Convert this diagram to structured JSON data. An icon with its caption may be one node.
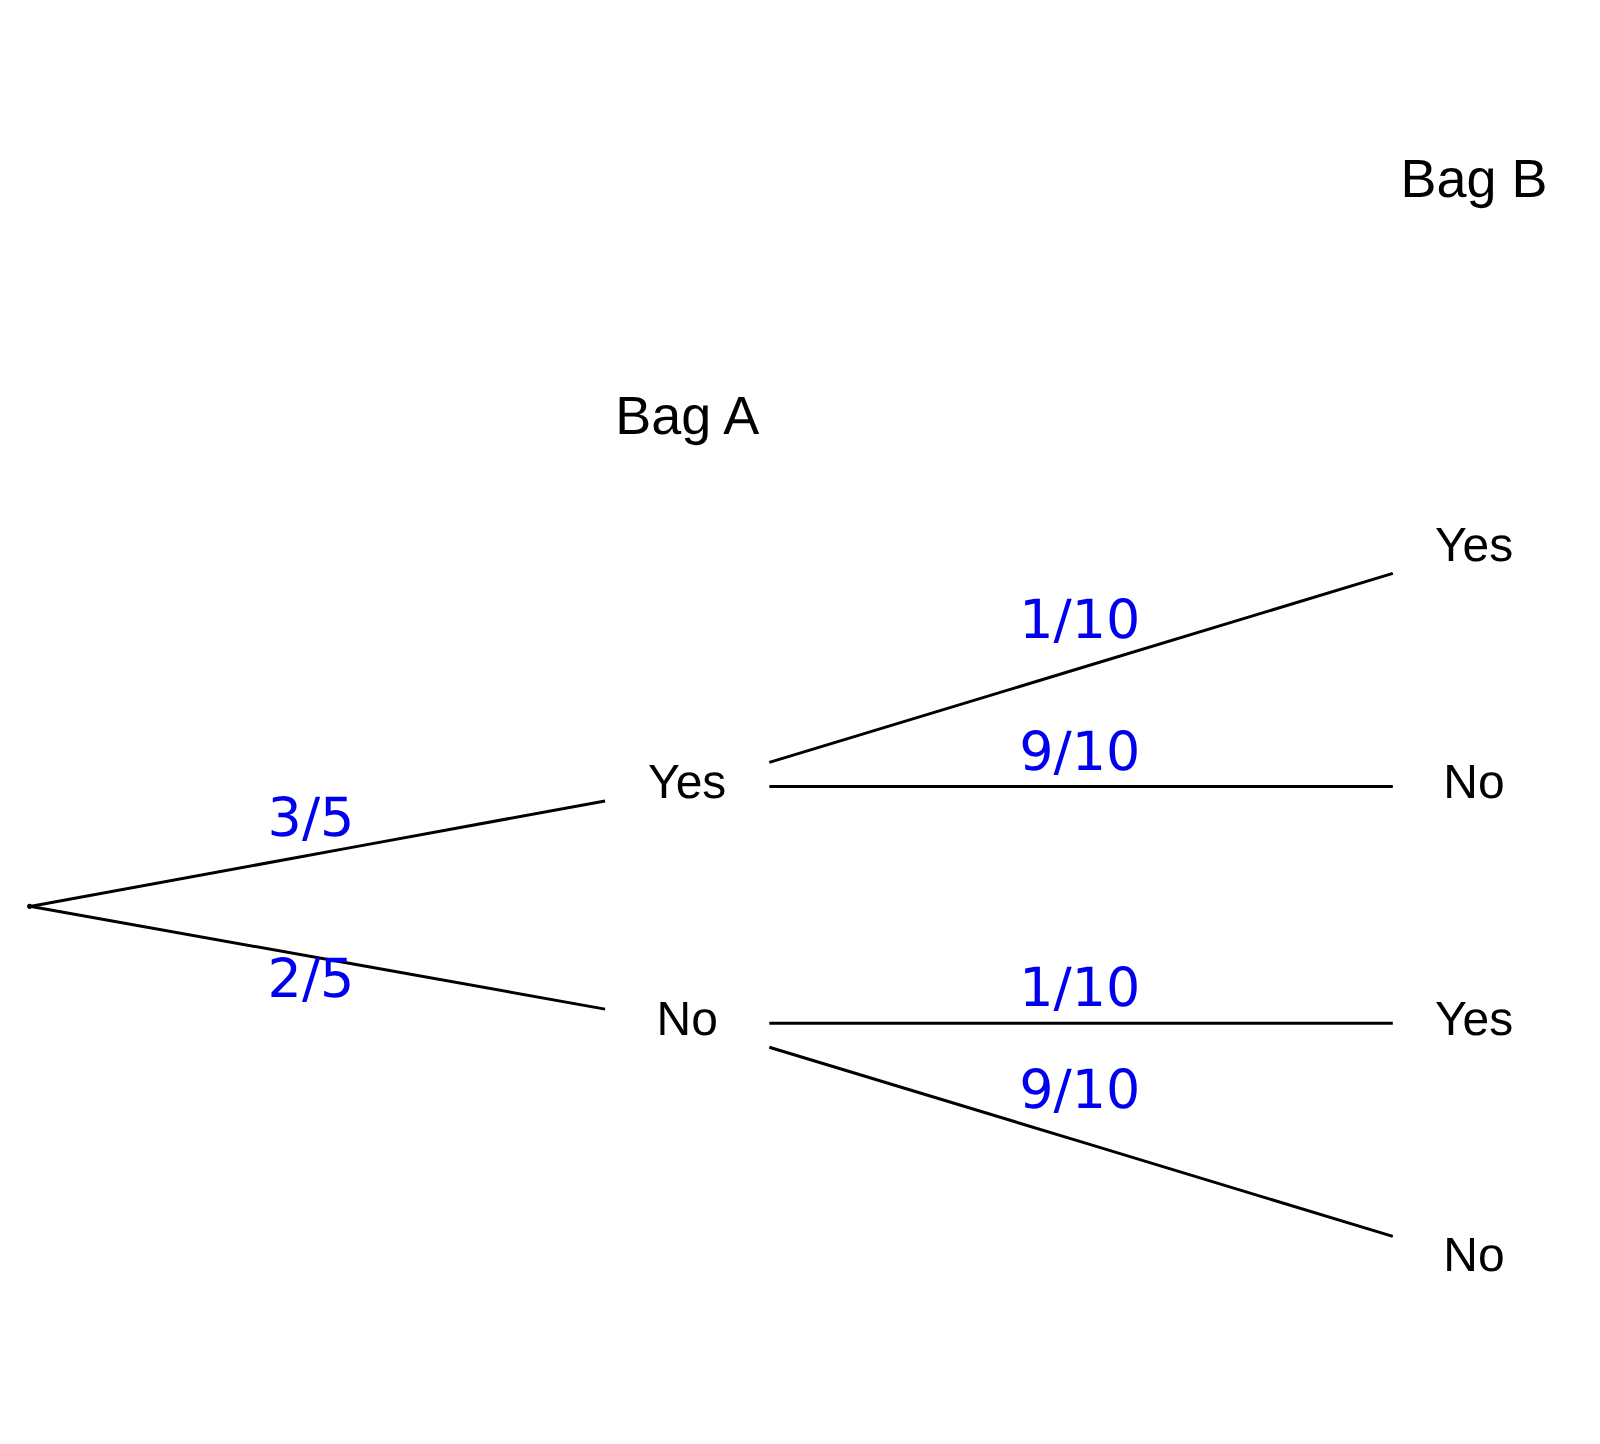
{
  "diagram": {
    "nodes": [
      {
        "text": [],
        "shape": "point"
      },
      {
        "text": [
          "Yes"
        ]
      },
      {
        "text": [
          "No"
        ]
      },
      {
        "text": [
          "Yes"
        ]
      },
      {
        "text": [
          "No"
        ]
      },
      {
        "text": [
          "Yes"
        ]
      },
      {
        "text": [
          "No"
        ]
      }
    ],
    "edges": [
      {
        "from": 0,
        "to": 1,
        "arrow": "none",
        "label": "3/5"
      },
      {
        "from": 0,
        "to": 2,
        "arrow": "none",
        "label": "2/5"
      },
      {
        "from": 1,
        "to": 3,
        "arrow": "none",
        "label": "1/10"
      },
      {
        "from": 1,
        "to": 4,
        "arrow": "none",
        "label": "9/10"
      },
      {
        "from": 2,
        "to": 5,
        "arrow": "none",
        "label": "1/10"
      },
      {
        "from": 2,
        "to": 6,
        "arrow": "none",
        "label": "9/10"
      }
    ],
    "labels": [
      "Bag A",
      "Bag B"
    ]
  }
}
